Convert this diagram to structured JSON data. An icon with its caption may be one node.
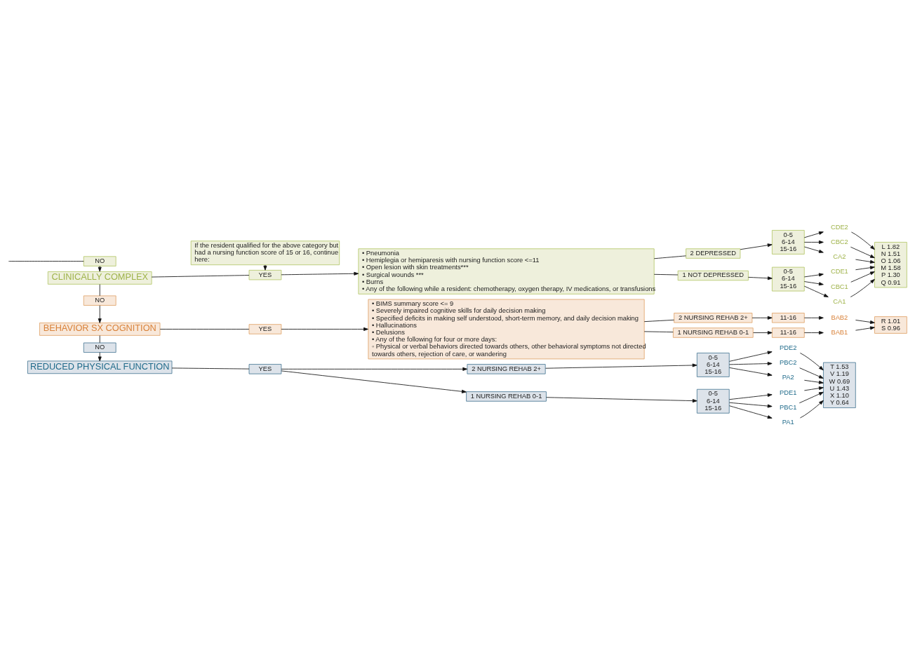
{
  "diagram": {
    "nodes": [
      {
        "text": [
          "NO"
        ]
      },
      {
        "text": [
          "If the resident qualified for the above category but had a nursing function score of 15 or 16, continue here:"
        ]
      },
      {
        "text": [
          "CLINICALLY COMPLEX"
        ]
      },
      {
        "text": [
          "YES"
        ]
      },
      {
        "text": [
          "• Pneumonia",
          "• Hemiplegia or hemiparesis with nursing function score <=11",
          "• Open lesion with skin treatments***",
          "• Surgical wounds ***",
          "• Burns",
          "• Any of the following while a resident: chemotherapy, oxygen therapy, IV medications, or transfusions"
        ]
      },
      {
        "text": [
          "2 DEPRESSED"
        ]
      },
      {
        "text": [
          "1 NOT DEPRESSED"
        ]
      },
      {
        "text": [
          "0-5",
          "6-14",
          "15-16"
        ]
      },
      {
        "text": [
          "0-5",
          "6-14",
          "15-16"
        ]
      },
      {
        "text": [
          "CDE2"
        ]
      },
      {
        "text": [
          "CBC2"
        ]
      },
      {
        "text": [
          "CA2"
        ]
      },
      {
        "text": [
          "CDE1"
        ]
      },
      {
        "text": [
          "CBC1"
        ]
      },
      {
        "text": [
          "CA1"
        ]
      },
      {
        "text": [
          "L 1.82",
          "N 1.51",
          "O 1.06",
          "M 1.58",
          "P 1.30",
          "Q 0.91"
        ]
      },
      {
        "text": [
          "NO"
        ]
      },
      {
        "text": [
          "BEHAVIOR SX COGNITION"
        ]
      },
      {
        "text": [
          "YES"
        ]
      },
      {
        "text": [
          "• BIMS summary score <= 9",
          "• Severely impaired cognitive skills for daily decision making",
          "• Specified deficits in making self understood, short-term memory, and daily decision making",
          "• Hallucinations",
          "• Delusions",
          "• Any of the following for four or more days:",
          "◦ Physical or verbal behaviors directed towards others, other behavioral symptoms not directed towards others, rejection of care, or wandering"
        ]
      },
      {
        "text": [
          "2 NURSING REHAB 2+"
        ]
      },
      {
        "text": [
          "1 NURSING REHAB 0-1"
        ]
      },
      {
        "text": [
          "11-16"
        ]
      },
      {
        "text": [
          "11-16"
        ]
      },
      {
        "text": [
          "BAB2"
        ]
      },
      {
        "text": [
          "BAB1"
        ]
      },
      {
        "text": [
          "R 1.01",
          "S 0.96"
        ]
      },
      {
        "text": [
          "NO"
        ]
      },
      {
        "text": [
          "REDUCED PHYSICAL FUNCTION"
        ]
      },
      {
        "text": [
          "YES"
        ]
      },
      {
        "text": [
          "2 NURSING REHAB 2+"
        ]
      },
      {
        "text": [
          "1 NURSING REHAB 0-1"
        ]
      },
      {
        "text": [
          "0-5",
          "6-14",
          "15-16"
        ]
      },
      {
        "text": [
          "0-5",
          "6-14",
          "15-16"
        ]
      },
      {
        "text": [
          "PDE2"
        ]
      },
      {
        "text": [
          "PBC2"
        ]
      },
      {
        "text": [
          "PA2"
        ]
      },
      {
        "text": [
          "PDE1"
        ]
      },
      {
        "text": [
          "PBC1"
        ]
      },
      {
        "text": [
          "PA1"
        ]
      },
      {
        "text": [
          "T 1.53",
          "V 1.19",
          "W 0.69",
          "U 1.43",
          "X 1.10",
          "Y 0.64"
        ]
      }
    ],
    "edges": [
      {
        "from": null,
        "to": 0,
        "arrow": "none"
      },
      {
        "from": 0,
        "to": 2,
        "arrow": "to"
      },
      {
        "from": 1,
        "to": 3,
        "arrow": "to"
      },
      {
        "from": 2,
        "to": 3,
        "arrow": "none"
      },
      {
        "from": 3,
        "to": 4,
        "arrow": "to"
      },
      {
        "from": 4,
        "to": 5,
        "arrow": "none"
      },
      {
        "from": 4,
        "to": 6,
        "arrow": "none"
      },
      {
        "from": 5,
        "to": 7,
        "arrow": "to"
      },
      {
        "from": 6,
        "to": 8,
        "arrow": "to"
      },
      {
        "from": 7,
        "to": 9,
        "arrow": "to"
      },
      {
        "from": 7,
        "to": 10,
        "arrow": "to"
      },
      {
        "from": 7,
        "to": 11,
        "arrow": "to"
      },
      {
        "from": 8,
        "to": 12,
        "arrow": "to"
      },
      {
        "from": 8,
        "to": 13,
        "arrow": "to"
      },
      {
        "from": 8,
        "to": 14,
        "arrow": "to"
      },
      {
        "from": 9,
        "to": 15,
        "arrow": "to"
      },
      {
        "from": 10,
        "to": 15,
        "arrow": "to"
      },
      {
        "from": 11,
        "to": 15,
        "arrow": "to"
      },
      {
        "from": 12,
        "to": 15,
        "arrow": "to"
      },
      {
        "from": 13,
        "to": 15,
        "arrow": "to"
      },
      {
        "from": 14,
        "to": 15,
        "arrow": "to"
      },
      {
        "from": 2,
        "to": 16,
        "arrow": "none"
      },
      {
        "from": 16,
        "to": 17,
        "arrow": "to"
      },
      {
        "from": 17,
        "to": 18,
        "arrow": "none"
      },
      {
        "from": 18,
        "to": 19,
        "arrow": "to"
      },
      {
        "from": 19,
        "to": 20,
        "arrow": "none"
      },
      {
        "from": 19,
        "to": 21,
        "arrow": "none"
      },
      {
        "from": 20,
        "to": 22,
        "arrow": "to"
      },
      {
        "from": 21,
        "to": 23,
        "arrow": "to"
      },
      {
        "from": 22,
        "to": 24,
        "arrow": "to"
      },
      {
        "from": 23,
        "to": 25,
        "arrow": "to"
      },
      {
        "from": 24,
        "to": 26,
        "arrow": "to"
      },
      {
        "from": 25,
        "to": 26,
        "arrow": "to"
      },
      {
        "from": 17,
        "to": 27,
        "arrow": "none"
      },
      {
        "from": 27,
        "to": 28,
        "arrow": "to"
      },
      {
        "from": 28,
        "to": 29,
        "arrow": "none"
      },
      {
        "from": 29,
        "to": 30,
        "arrow": "to"
      },
      {
        "from": 29,
        "to": 31,
        "arrow": "to"
      },
      {
        "from": 30,
        "to": 32,
        "arrow": "to"
      },
      {
        "from": 31,
        "to": 33,
        "arrow": "to"
      },
      {
        "from": 32,
        "to": 34,
        "arrow": "to"
      },
      {
        "from": 32,
        "to": 35,
        "arrow": "to"
      },
      {
        "from": 32,
        "to": 36,
        "arrow": "to"
      },
      {
        "from": 33,
        "to": 37,
        "arrow": "to"
      },
      {
        "from": 33,
        "to": 38,
        "arrow": "to"
      },
      {
        "from": 33,
        "to": 39,
        "arrow": "to"
      },
      {
        "from": 34,
        "to": 40,
        "arrow": "to"
      },
      {
        "from": 35,
        "to": 40,
        "arrow": "to"
      },
      {
        "from": 36,
        "to": 40,
        "arrow": "to"
      },
      {
        "from": 37,
        "to": 40,
        "arrow": "to"
      },
      {
        "from": 38,
        "to": 40,
        "arrow": "to"
      },
      {
        "from": 39,
        "to": 40,
        "arrow": "to"
      }
    ]
  }
}
